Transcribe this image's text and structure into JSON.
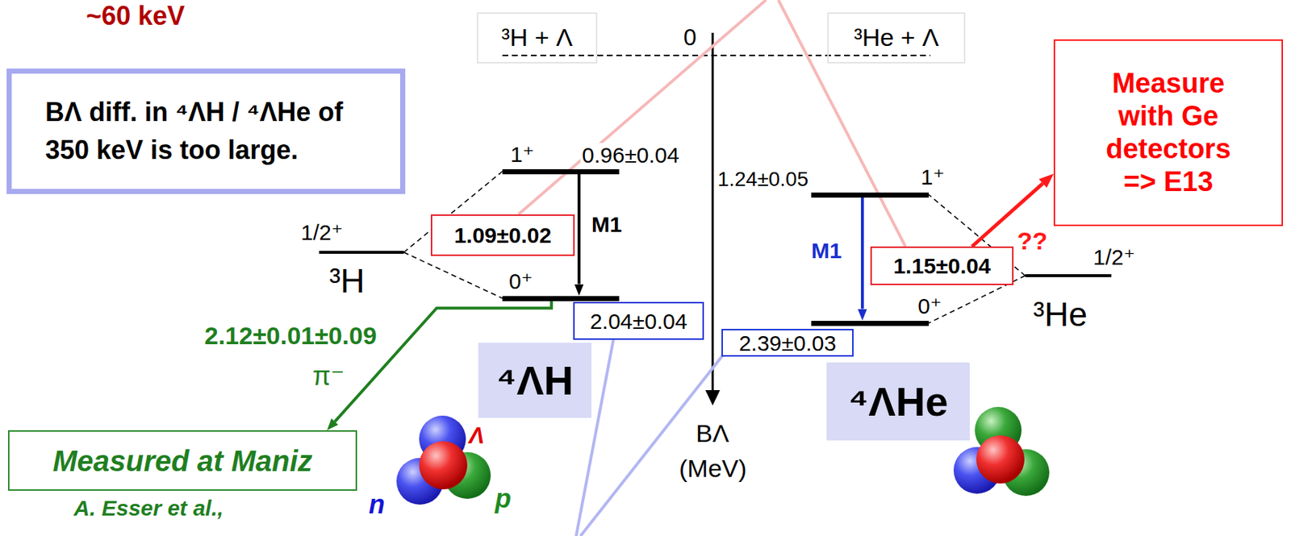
{
  "diagram": {
    "nodes": [
      {
        "text": [
          "³H + Λ"
        ]
      },
      {
        "text": [
          "³He + Λ"
        ]
      },
      {
        "text": [
          "BΛ diff. in ⁴ΛH / ⁴ΛHe of 350 keV is too large."
        ]
      },
      {
        "text": [
          "Measure with Ge detectors => E13"
        ]
      },
      {
        "text": [
          "1⁺",
          "0.96±0.04"
        ]
      },
      {
        "text": [
          "1.24±0.05",
          "1⁺"
        ]
      },
      {
        "text": [
          "1.09±0.02"
        ]
      },
      {
        "text": [
          "1/2⁺",
          "³H"
        ]
      },
      {
        "text": [
          "1.15±0.04"
        ]
      },
      {
        "text": [
          "1/2⁺",
          "³He"
        ]
      },
      {
        "text": [
          "0⁺"
        ]
      },
      {
        "text": [
          "2.04±0.04"
        ]
      },
      {
        "text": [
          "0⁺"
        ]
      },
      {
        "text": [
          "2.39±0.03"
        ]
      },
      {
        "text": [
          "⁴ΛH"
        ]
      },
      {
        "text": [
          "⁴ΛHe"
        ]
      },
      {
        "text": [
          "Measured at Maniz"
        ]
      }
    ],
    "edges": [
      {
        "from": 7,
        "to": 4,
        "arrow": "none"
      },
      {
        "from": 7,
        "to": 10,
        "arrow": "none"
      },
      {
        "from": 4,
        "to": 10,
        "label": "M1",
        "arrow": "to"
      },
      {
        "from": 9,
        "to": 5,
        "arrow": "none"
      },
      {
        "from": 9,
        "to": 12,
        "arrow": "none"
      },
      {
        "from": 5,
        "to": 12,
        "label": "M1",
        "arrow": "to"
      },
      {
        "from": 8,
        "to": 3,
        "arrow": "to"
      },
      {
        "from": 10,
        "to": 16,
        "arrow": "to"
      }
    ],
    "labels": [
      "~60 keV",
      "0",
      "BΛ",
      "(MeV)",
      "??",
      "2.12±0.01±0.09",
      "π⁻",
      "A. Esser et al.,",
      "Λ",
      "n",
      "p"
    ]
  }
}
